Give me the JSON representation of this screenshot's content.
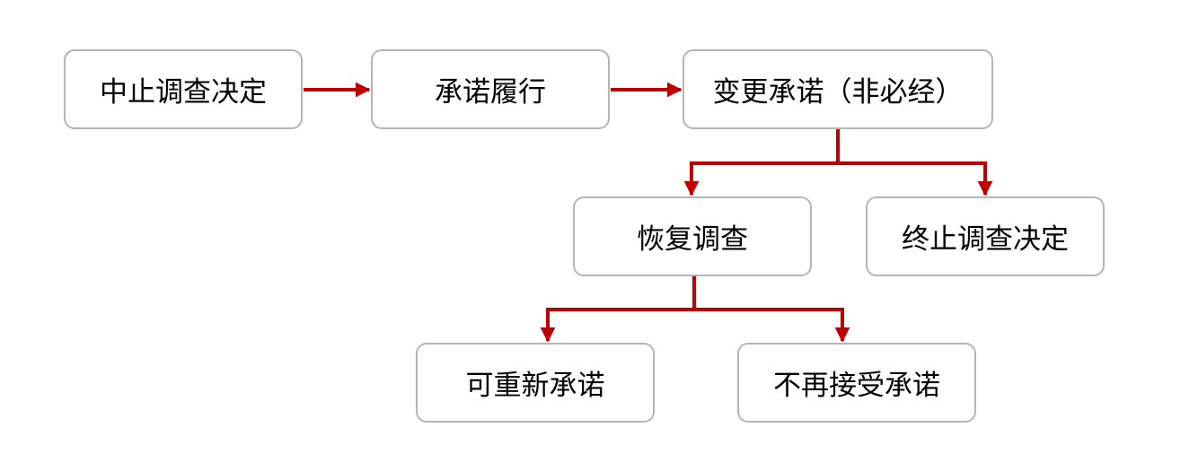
{
  "colors": {
    "connector": "#c00000",
    "node_border": "#b5b5b5",
    "node_fill": "#ffffff",
    "text": "#000000"
  },
  "nodes": [
    {
      "id": "n1",
      "label": "中止调查决定"
    },
    {
      "id": "n2",
      "label": "承诺履行"
    },
    {
      "id": "n3",
      "label": "变更承诺（非必经）"
    },
    {
      "id": "n4",
      "label": "恢复调查"
    },
    {
      "id": "n5",
      "label": "终止调查决定"
    },
    {
      "id": "n6",
      "label": "可重新承诺"
    },
    {
      "id": "n7",
      "label": "不再接受承诺"
    }
  ],
  "edges": [
    {
      "from": "n1",
      "to": "n2"
    },
    {
      "from": "n2",
      "to": "n3"
    },
    {
      "from": "n3",
      "to": "n4"
    },
    {
      "from": "n3",
      "to": "n5"
    },
    {
      "from": "n4",
      "to": "n6"
    },
    {
      "from": "n4",
      "to": "n7"
    }
  ]
}
